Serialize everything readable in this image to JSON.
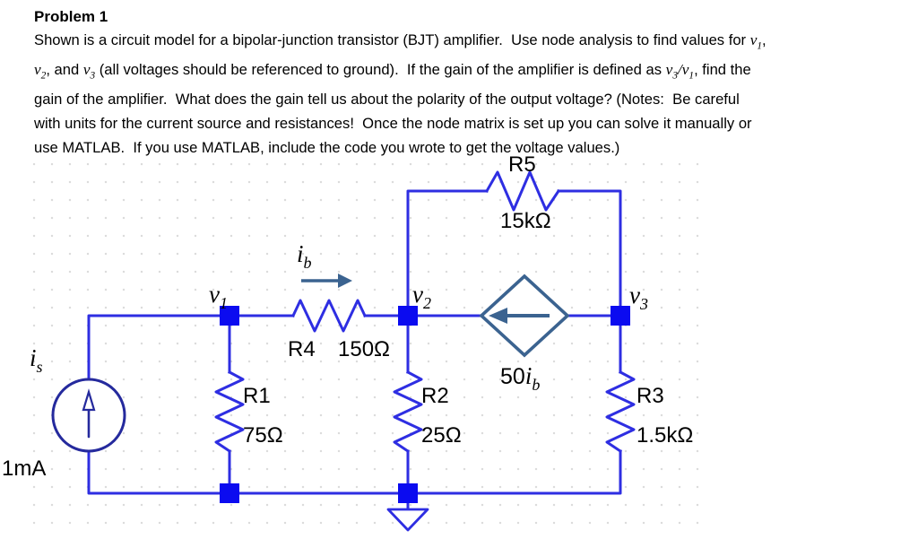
{
  "problem": {
    "title": "Problem 1",
    "lines": [
      [
        {
          "t": "Shown is a circuit model for a bipolar-junction transistor (BJT) amplifier.  Use node analysis to find values for "
        },
        {
          "t": "v",
          "s": "var"
        },
        {
          "t": "1",
          "s": "sub"
        },
        {
          "t": ","
        }
      ],
      [
        {
          "t": "v",
          "s": "var"
        },
        {
          "t": "2",
          "s": "sub"
        },
        {
          "t": ", and "
        },
        {
          "t": "v",
          "s": "var"
        },
        {
          "t": "3",
          "s": "sub"
        },
        {
          "t": " (all voltages should be referenced to ground).  If the gain of the amplifier is defined as "
        },
        {
          "t": "v",
          "s": "var"
        },
        {
          "t": "3",
          "s": "sub"
        },
        {
          "t": "/",
          "s": "var"
        },
        {
          "t": "v",
          "s": "var"
        },
        {
          "t": "1",
          "s": "sub"
        },
        {
          "t": ", find the"
        }
      ],
      [
        {
          "t": "gain of the amplifier.  What does the gain tell us about the polarity of the output voltage? (Notes:  Be careful"
        }
      ],
      [
        {
          "t": "with units for the current source and resistances!  Once the node matrix is set up you can solve it manually or"
        }
      ],
      [
        {
          "t": "use MATLAB.  If you use MATLAB, include the code you wrote to get the voltage values.)"
        }
      ]
    ]
  },
  "circuit": {
    "source": {
      "label_base": "i",
      "label_sub": "s",
      "value": "1mA"
    },
    "nodes": {
      "v1": {
        "base": "v",
        "sub": "1"
      },
      "v2": {
        "base": "v",
        "sub": "2"
      },
      "v3": {
        "base": "v",
        "sub": "3"
      }
    },
    "base_current": {
      "base": "i",
      "sub": "b"
    },
    "dependent_source": {
      "coeff": "50",
      "base": "i",
      "sub": "b"
    },
    "resistors": {
      "r1": {
        "name": "R1",
        "value": "75Ω"
      },
      "r2": {
        "name": "R2",
        "value": "25Ω"
      },
      "r3": {
        "name": "R3",
        "value": "1.5kΩ"
      },
      "r4": {
        "name": "R4",
        "value": "150Ω"
      },
      "r5": {
        "name": "R5",
        "value": "15kΩ"
      }
    },
    "colors": {
      "wire": "#2e2ee2",
      "node_square": "#0b0bf0",
      "independent_source": "#252a9d",
      "dependent_source": "#3b6390",
      "label": "#000000"
    }
  }
}
